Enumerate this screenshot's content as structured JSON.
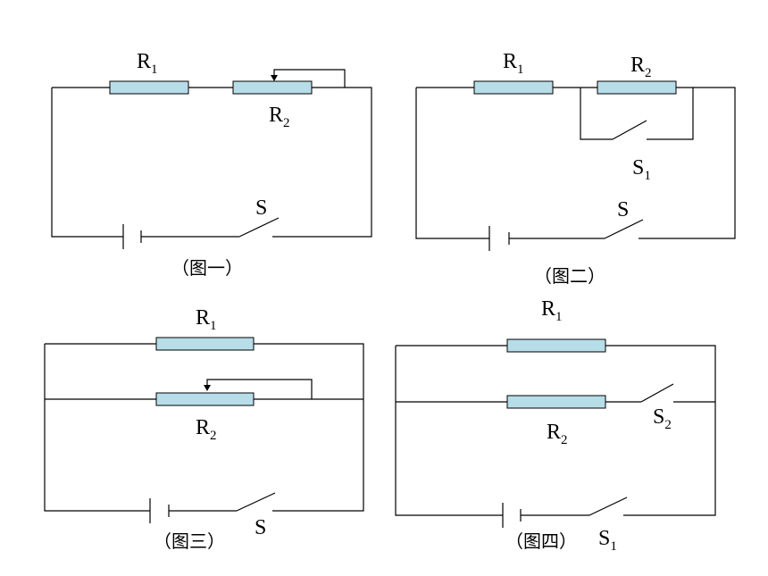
{
  "figures": [
    {
      "caption": "（图一）",
      "labels": [
        {
          "id": "r1",
          "main": "R",
          "sub": "1"
        },
        {
          "id": "r2",
          "main": "R",
          "sub": "2"
        },
        {
          "id": "s",
          "main": "S",
          "sub": ""
        }
      ]
    },
    {
      "caption": "（图二）",
      "labels": [
        {
          "id": "r1",
          "main": "R",
          "sub": "1"
        },
        {
          "id": "r2",
          "main": "R",
          "sub": "2"
        },
        {
          "id": "s1",
          "main": "S",
          "sub": "1"
        },
        {
          "id": "s",
          "main": "S",
          "sub": ""
        }
      ]
    },
    {
      "caption": "（图三）",
      "labels": [
        {
          "id": "r1",
          "main": "R",
          "sub": "1"
        },
        {
          "id": "r2",
          "main": "R",
          "sub": "2"
        },
        {
          "id": "s",
          "main": "S",
          "sub": ""
        }
      ]
    },
    {
      "caption": "（图四）",
      "labels": [
        {
          "id": "r1",
          "main": "R",
          "sub": "1"
        },
        {
          "id": "r2",
          "main": "R",
          "sub": "2"
        },
        {
          "id": "s2",
          "main": "S",
          "sub": "2"
        },
        {
          "id": "s1",
          "main": "S",
          "sub": "1"
        }
      ]
    }
  ]
}
